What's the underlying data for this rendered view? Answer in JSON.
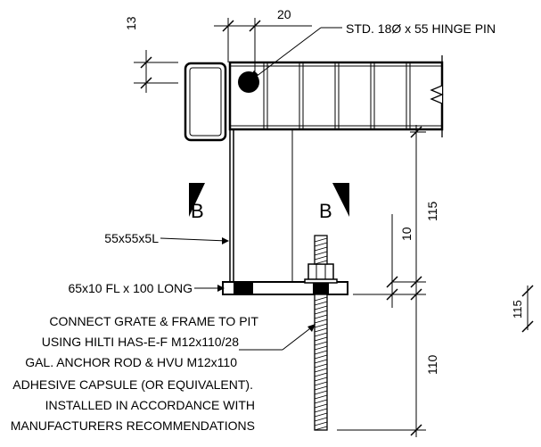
{
  "dimensions": {
    "top_gap": "13",
    "pin_offset": "20",
    "angle_height": "115",
    "plate_thickness": "10",
    "anchor_embed": "110",
    "partial_dim": "115"
  },
  "labels": {
    "hinge_pin": "STD. 18Ø x 55 HINGE PIN",
    "angle": "55x55x5L",
    "flat_plate": "65x10 FL x 100 LONG",
    "note_lines": [
      "CONNECT GRATE & FRAME TO PIT",
      "USING HILTI HAS-E-F M12x110/28",
      "GAL. ANCHOR ROD & HVU M12x110",
      "ADHESIVE CAPSULE (OR EQUIVALENT).",
      "INSTALLED IN ACCORDANCE WITH",
      "MANUFACTURERS RECOMMENDATIONS"
    ]
  },
  "section_markers": {
    "left": "B",
    "right": "B"
  }
}
